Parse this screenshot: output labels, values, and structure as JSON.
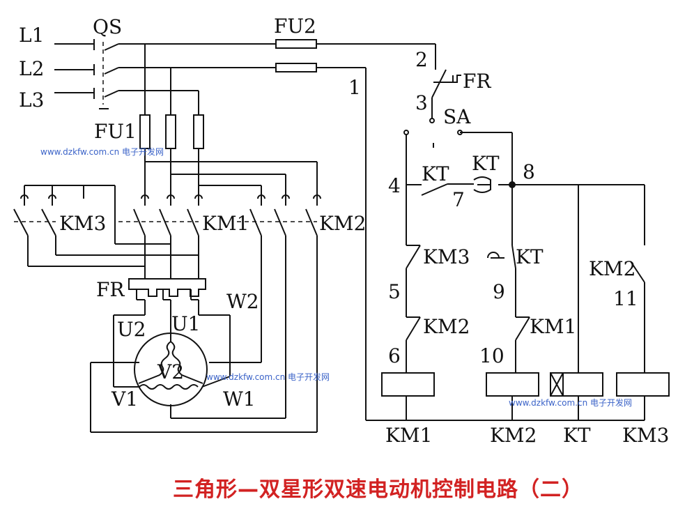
{
  "title": "三角形—双星形双速电动机控制电路（二）",
  "watermark": "www.dzkfw.com.cn 电子开发网",
  "labels": {
    "L1": "L1",
    "L2": "L2",
    "L3": "L3",
    "QS": "QS",
    "FU1": "FU1",
    "FU2": "FU2",
    "KM3": "KM3",
    "KM1": "KM1",
    "KM2": "KM2",
    "FR": "FR",
    "U1": "U1",
    "U2": "U2",
    "V1": "V1",
    "V2": "V2",
    "W1": "W1",
    "W2": "W2",
    "n1": "1",
    "n2": "2",
    "n3": "3",
    "n4": "4",
    "n5": "5",
    "n6": "6",
    "n7": "7",
    "n8": "8",
    "n9": "9",
    "n10": "10",
    "n11": "11",
    "SA": "SA",
    "KT": "KT",
    "coil_KM1": "KM1",
    "coil_KM2": "KM2",
    "coil_KT": "KT",
    "coil_KM3": "KM3"
  }
}
